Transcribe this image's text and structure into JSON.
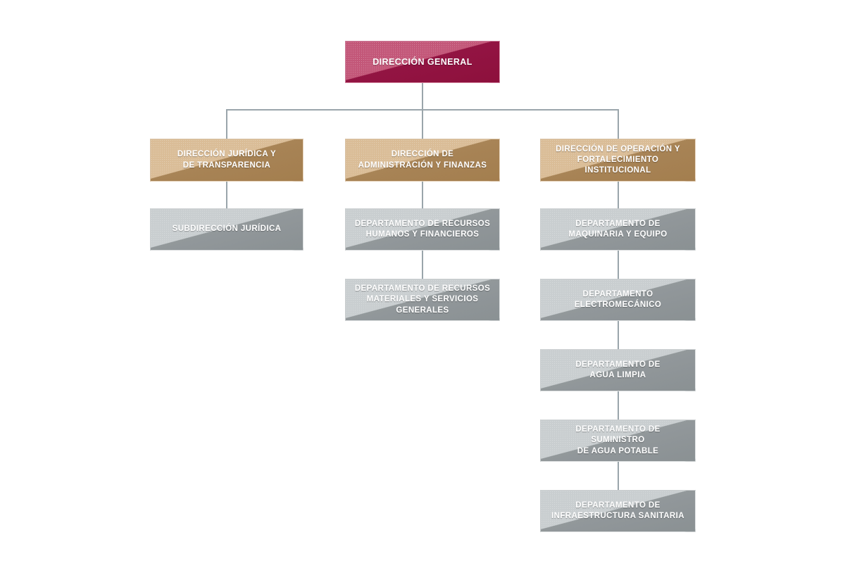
{
  "chart": {
    "title": "Organigrama",
    "type": "organizational-chart",
    "colors": {
      "root": "#a3164a",
      "direccion": "#bb9360",
      "departamento": "#a2a9ac",
      "connector": "#9aa5ab",
      "text": "#ffffff",
      "background": "#ffffff"
    }
  },
  "nodes": {
    "root": {
      "id": "direccion-general",
      "label": "DIRECCIÓN GENERAL",
      "level": 1
    },
    "columns": [
      {
        "id": "col-juridica",
        "head": {
          "id": "direccion-juridica-transparencia",
          "label": "DIRECCIÓN JURÍDICA Y\nDE TRANSPARENCIA",
          "level": 2
        },
        "children": [
          {
            "id": "subdireccion-juridica",
            "label": "SUBDIRECCIÓN JURÍDICA",
            "level": 3
          }
        ]
      },
      {
        "id": "col-administracion",
        "head": {
          "id": "direccion-administracion-finanzas",
          "label": "DIRECCIÓN DE\nADMINISTRACIÓN Y FINANZAS",
          "level": 2
        },
        "children": [
          {
            "id": "depto-recursos-humanos-financieros",
            "label": "DEPARTAMENTO DE RECURSOS\nHUMANOS Y FINANCIEROS",
            "level": 3
          },
          {
            "id": "depto-recursos-materiales-servicios",
            "label": "DEPARTAMENTO DE RECURSOS\nMATERIALES Y SERVICIOS\nGENERALES",
            "level": 3
          }
        ]
      },
      {
        "id": "col-operacion",
        "head": {
          "id": "direccion-operacion-fortalecimiento",
          "label": "DIRECCIÓN DE OPERACIÓN Y\nFORTALECIMIENTO INSTITUCIONAL",
          "level": 2
        },
        "children": [
          {
            "id": "depto-maquinaria-equipo",
            "label": "DEPARTAMENTO DE\nMAQUINARIA Y EQUIPO",
            "level": 3
          },
          {
            "id": "depto-electromecanico",
            "label": "DEPARTAMENTO\nELECTROMECÁNICO",
            "level": 3
          },
          {
            "id": "depto-agua-limpia",
            "label": "DEPARTAMENTO DE\nAGUA LIMPIA",
            "level": 3
          },
          {
            "id": "depto-suministro-agua-potable",
            "label": "DEPARTAMENTO DE SUMINISTRO\nDE AGUA POTABLE",
            "level": 3
          },
          {
            "id": "depto-infraestructura-sanitaria",
            "label": "DEPARTAMENTO DE\nINFRAESTRUCTURA SANITARIA",
            "level": 3
          }
        ]
      }
    ]
  }
}
